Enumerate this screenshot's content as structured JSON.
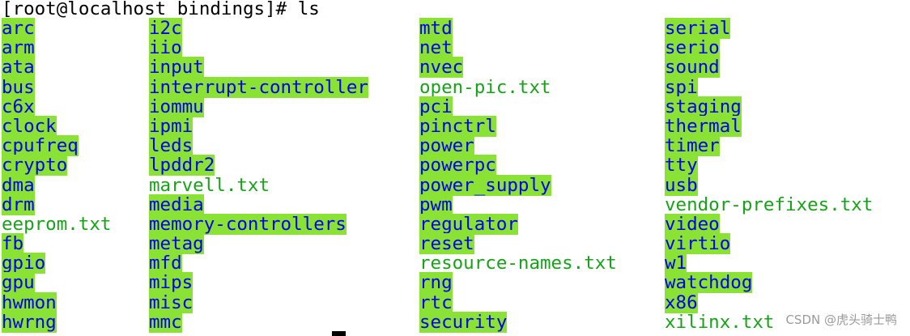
{
  "prompt": "[root@localhost bindings]# ls",
  "colors": {
    "dir_text": "#0000ee",
    "dir_bg": "#8ae234",
    "file_text": "#17a317",
    "background": "#ffffff"
  },
  "columns": [
    [
      {
        "name": "arc",
        "type": "dir"
      },
      {
        "name": "arm",
        "type": "dir"
      },
      {
        "name": "ata",
        "type": "dir"
      },
      {
        "name": "bus",
        "type": "dir"
      },
      {
        "name": "c6x",
        "type": "dir"
      },
      {
        "name": "clock",
        "type": "dir"
      },
      {
        "name": "cpufreq",
        "type": "dir"
      },
      {
        "name": "crypto",
        "type": "dir"
      },
      {
        "name": "dma",
        "type": "dir"
      },
      {
        "name": "drm",
        "type": "dir"
      },
      {
        "name": "eeprom.txt",
        "type": "file"
      },
      {
        "name": "fb",
        "type": "dir"
      },
      {
        "name": "gpio",
        "type": "dir"
      },
      {
        "name": "gpu",
        "type": "dir"
      },
      {
        "name": "hwmon",
        "type": "dir"
      },
      {
        "name": "hwrng",
        "type": "dir"
      }
    ],
    [
      {
        "name": "i2c",
        "type": "dir"
      },
      {
        "name": "iio",
        "type": "dir"
      },
      {
        "name": "input",
        "type": "dir"
      },
      {
        "name": "interrupt-controller",
        "type": "dir"
      },
      {
        "name": "iommu",
        "type": "dir"
      },
      {
        "name": "ipmi",
        "type": "dir"
      },
      {
        "name": "leds",
        "type": "dir"
      },
      {
        "name": "lpddr2",
        "type": "dir"
      },
      {
        "name": "marvell.txt",
        "type": "file"
      },
      {
        "name": "media",
        "type": "dir"
      },
      {
        "name": "memory-controllers",
        "type": "dir"
      },
      {
        "name": "metag",
        "type": "dir"
      },
      {
        "name": "mfd",
        "type": "dir"
      },
      {
        "name": "mips",
        "type": "dir"
      },
      {
        "name": "misc",
        "type": "dir"
      },
      {
        "name": "mmc",
        "type": "dir"
      }
    ],
    [
      {
        "name": "mtd",
        "type": "dir"
      },
      {
        "name": "net",
        "type": "dir"
      },
      {
        "name": "nvec",
        "type": "dir"
      },
      {
        "name": "open-pic.txt",
        "type": "file"
      },
      {
        "name": "pci",
        "type": "dir"
      },
      {
        "name": "pinctrl",
        "type": "dir"
      },
      {
        "name": "power",
        "type": "dir"
      },
      {
        "name": "powerpc",
        "type": "dir"
      },
      {
        "name": "power_supply",
        "type": "dir"
      },
      {
        "name": "pwm",
        "type": "dir"
      },
      {
        "name": "regulator",
        "type": "dir"
      },
      {
        "name": "reset",
        "type": "dir"
      },
      {
        "name": "resource-names.txt",
        "type": "file"
      },
      {
        "name": "rng",
        "type": "dir"
      },
      {
        "name": "rtc",
        "type": "dir"
      },
      {
        "name": "security",
        "type": "dir"
      }
    ],
    [
      {
        "name": "serial",
        "type": "dir"
      },
      {
        "name": "serio",
        "type": "dir"
      },
      {
        "name": "sound",
        "type": "dir"
      },
      {
        "name": "spi",
        "type": "dir"
      },
      {
        "name": "staging",
        "type": "dir"
      },
      {
        "name": "thermal",
        "type": "dir"
      },
      {
        "name": "timer",
        "type": "dir"
      },
      {
        "name": "tty",
        "type": "dir"
      },
      {
        "name": "usb",
        "type": "dir"
      },
      {
        "name": "vendor-prefixes.txt",
        "type": "file"
      },
      {
        "name": "video",
        "type": "dir"
      },
      {
        "name": "virtio",
        "type": "dir"
      },
      {
        "name": "w1",
        "type": "dir"
      },
      {
        "name": "watchdog",
        "type": "dir"
      },
      {
        "name": "x86",
        "type": "dir"
      },
      {
        "name": "xilinx.txt",
        "type": "file"
      }
    ]
  ],
  "watermark": "CSDN @虎头骑士鸭"
}
